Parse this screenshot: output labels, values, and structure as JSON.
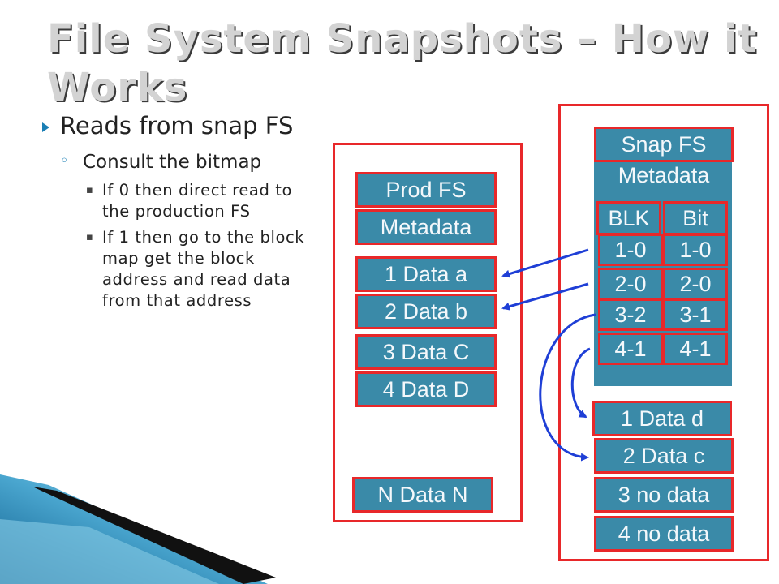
{
  "title": "File System Snapshots – How it Works",
  "bullets": {
    "level1": "Reads from snap FS",
    "level2": "Consult the bitmap",
    "level3": [
      "If 0 then direct read to the production FS",
      "If 1 then go to the block map get the block address and read data from that address"
    ]
  },
  "prod": {
    "name": "Prod FS",
    "metadata": "Metadata",
    "blocks": [
      "1 Data a",
      "2 Data b",
      "3 Data C",
      "4 Data D"
    ],
    "last": "N Data N"
  },
  "snap": {
    "name": "Snap FS",
    "metadata": "Metadata",
    "col_blk": "BLK",
    "col_bit": "Bit",
    "rows": [
      {
        "blk": "1-0",
        "bit": "1-0"
      },
      {
        "blk": "2-0",
        "bit": "2-0"
      },
      {
        "blk": "3-2",
        "bit": "3-1"
      },
      {
        "blk": "4-1",
        "bit": "4-1"
      }
    ],
    "blocks": [
      "1 Data d",
      "2 Data c",
      "3 no data",
      "4 no data"
    ]
  },
  "colors": {
    "cell": "#3a8aa8",
    "border": "#e8282a",
    "arrow": "#1f3fd6"
  }
}
